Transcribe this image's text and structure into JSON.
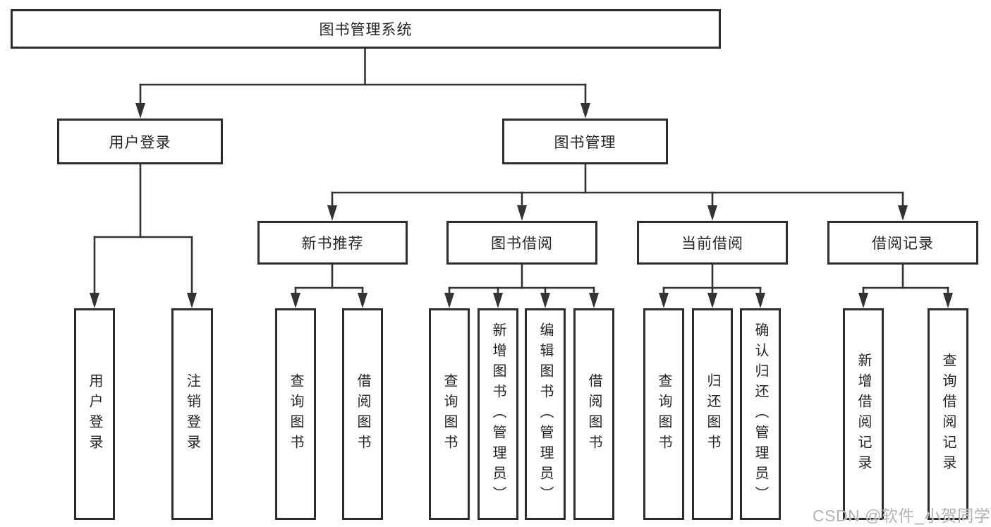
{
  "tree": {
    "root": {
      "label": "图书管理系统",
      "children": [
        {
          "label": "用户登录",
          "children": [
            {
              "label": "用户登录"
            },
            {
              "label": "注销登录"
            }
          ]
        },
        {
          "label": "图书管理",
          "children": [
            {
              "label": "新书推荐",
              "children": [
                {
                  "label": "查询图书"
                },
                {
                  "label": "借阅图书"
                }
              ]
            },
            {
              "label": "图书借阅",
              "children": [
                {
                  "label": "查询图书"
                },
                {
                  "label": "新增图书（管理员）"
                },
                {
                  "label": "编辑图书（管理员）"
                },
                {
                  "label": "借阅图书"
                }
              ]
            },
            {
              "label": "当前借阅",
              "children": [
                {
                  "label": "查询图书"
                },
                {
                  "label": "归还图书"
                },
                {
                  "label": "确认归还（管理员）"
                }
              ]
            },
            {
              "label": "借阅记录",
              "children": [
                {
                  "label": "新增借阅记录"
                },
                {
                  "label": "查询借阅记录"
                }
              ]
            }
          ]
        }
      ]
    }
  },
  "watermark": {
    "text": "CSDN @软件_小贺同学"
  },
  "colors": {
    "line": "#333333",
    "box_border": "#2d2d2d",
    "text": "#252525",
    "watermark": "#b3b3b3",
    "background": "#ffffff"
  }
}
